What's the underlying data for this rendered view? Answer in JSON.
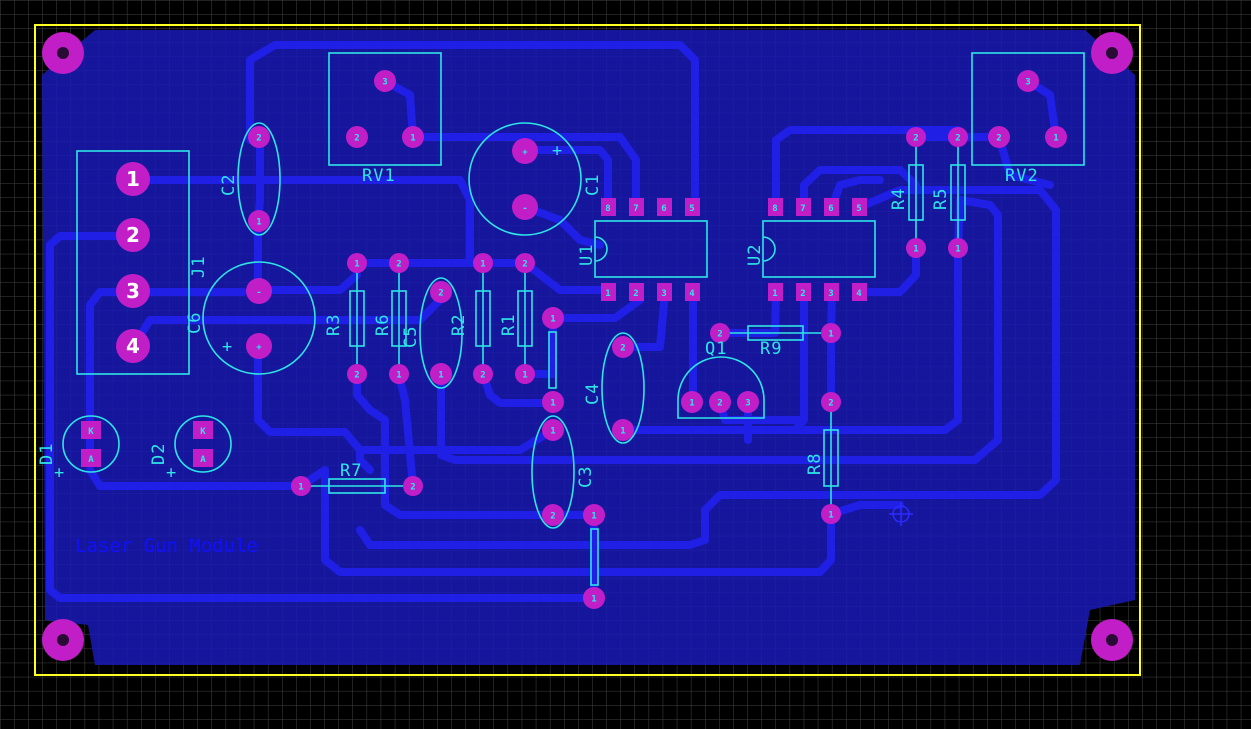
{
  "title": "Laser Gun Module",
  "colors": {
    "background": "#000000",
    "copper": "#1a1ab8",
    "track": "#1f1fe6",
    "pad": "#c21ec8",
    "silkscreen": "#2ee6e6",
    "outline": "#ffff22"
  },
  "components": {
    "RV1": "RV1",
    "RV2": "RV2",
    "C1": "C1",
    "C2": "C2",
    "C3": "C3",
    "C4": "C4",
    "C5": "C5",
    "C6": "C6",
    "R1": "R1",
    "R2": "R2",
    "R3": "R3",
    "R4": "R4",
    "R5": "R5",
    "R6": "R6",
    "R7": "R7",
    "R8": "R8",
    "R9": "R9",
    "U1": "U1",
    "U2": "U2",
    "Q1": "Q1",
    "J1": "J1",
    "D1": "D1",
    "D2": "D2"
  },
  "pins": {
    "p1": "1",
    "p2": "2",
    "p3": "3",
    "p4": "4",
    "p5": "5",
    "p6": "6",
    "p7": "7",
    "p8": "8",
    "k": "K",
    "a": "A",
    "plus": "+",
    "minus": "-"
  },
  "connector_pins": [
    "1",
    "2",
    "3",
    "4"
  ]
}
